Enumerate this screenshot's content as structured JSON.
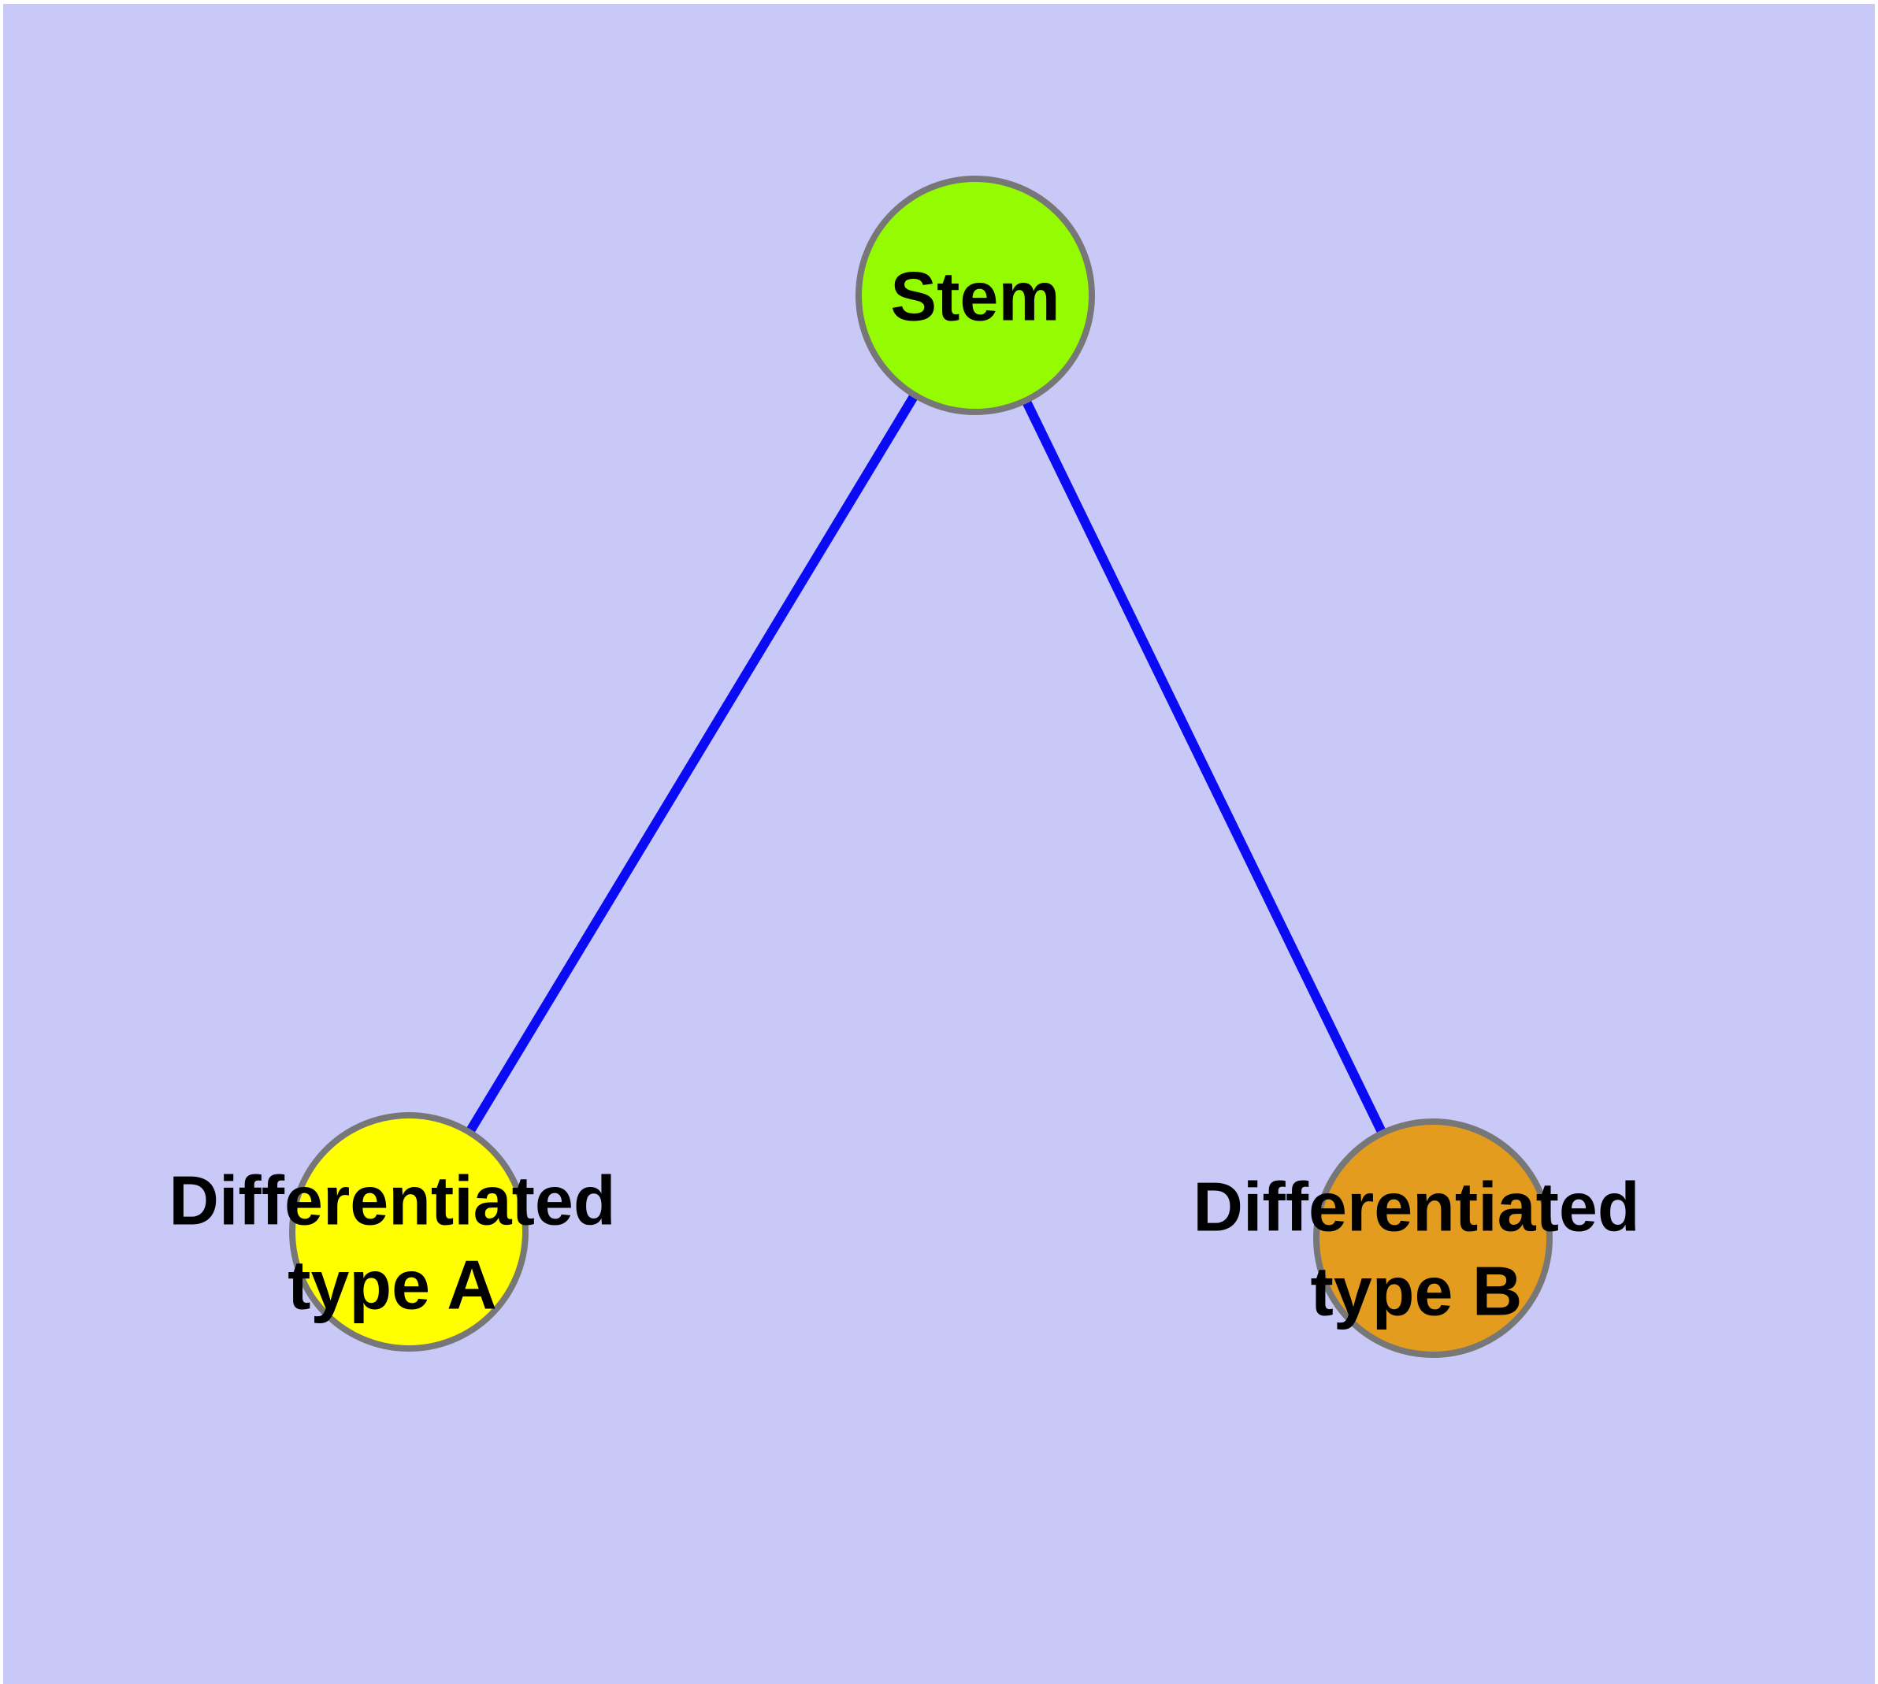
{
  "diagram": {
    "background_color": "#C9C9F7",
    "frame_color": "#FFFFFF",
    "edge_color": "#0A0AF5",
    "node_border_color": "#777777",
    "label_color": "#000000",
    "nodes": [
      {
        "id": "stem",
        "label": "Stem",
        "fill_color": "#94FB00"
      },
      {
        "id": "differentiated-type-a",
        "label_line1": "Differentiated",
        "label_line2": "type A",
        "fill_color": "#FFFF00"
      },
      {
        "id": "differentiated-type-b",
        "label_line1": "Differentiated",
        "label_line2": "type B",
        "fill_color": "#E49C1E"
      }
    ],
    "edges": [
      {
        "from": "Stem",
        "to": "Differentiated type A"
      },
      {
        "from": "Stem",
        "to": "Differentiated type B"
      }
    ]
  }
}
